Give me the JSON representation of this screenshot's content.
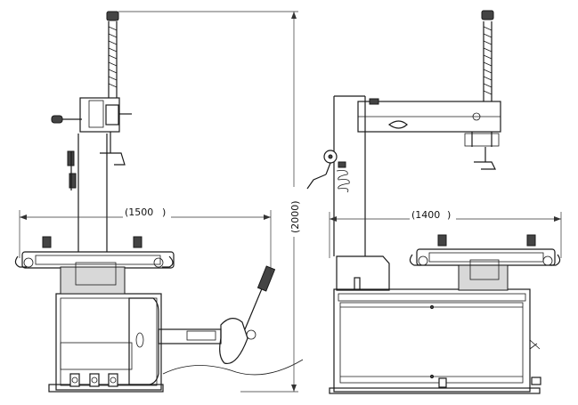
{
  "dimensions": {
    "front_width": "(1500",
    "front_width_close": ")",
    "side_width": "(1400",
    "side_width_close": ")",
    "overall_height": "(2000)"
  }
}
